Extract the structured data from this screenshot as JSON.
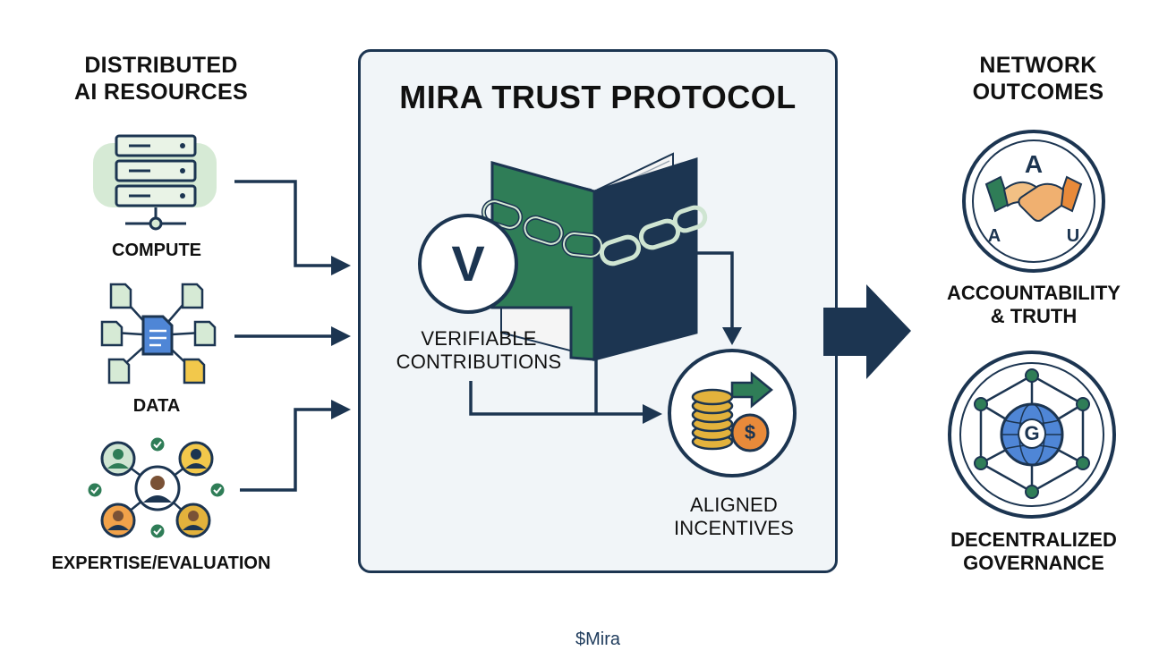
{
  "left_column": {
    "title_line1": "DISTRIBUTED",
    "title_line2": "AI RESOURCES",
    "compute_label": "COMPUTE",
    "data_label": "DATA",
    "expertise_label": "EXPERTISE/EVALUATION"
  },
  "center": {
    "title": "MIRA TRUST PROTOCOL",
    "verifiable_badge": "V",
    "verifiable_line1": "VERIFIABLE",
    "verifiable_line2": "CONTRIBUTIONS",
    "incentives_line1": "ALIGNED",
    "incentives_line2": "INCENTIVES",
    "dollar_symbol": "$"
  },
  "right_column": {
    "title_line1": "NETWORK",
    "title_line2": "OUTCOMES",
    "accountability_letters": [
      "A",
      "A",
      "U"
    ],
    "accountability_line1": "ACCOUNTABILITY",
    "accountability_line2": "& TRUTH",
    "governance_badge": "G",
    "governance_line1": "DECENTRALIZED",
    "governance_line2": "GOVERNANCE"
  },
  "footer": {
    "text": "$Mira"
  },
  "colors": {
    "navy": "#1c3551",
    "green": "#2f7d57",
    "light_green": "#d6ead5",
    "gold": "#e3b23c",
    "orange": "#e88a3a",
    "blue": "#4f86d6",
    "box_bg": "#f1f5f8"
  },
  "icons": {
    "compute": "server-rack-icon",
    "data": "data-network-icon",
    "expertise": "people-network-icon",
    "ledger": "chained-ledger-book-icon",
    "incentives": "coins-dollar-icon",
    "accountability": "handshake-icon",
    "governance": "globe-network-icon",
    "flow_arrow": "big-right-arrow-icon"
  }
}
